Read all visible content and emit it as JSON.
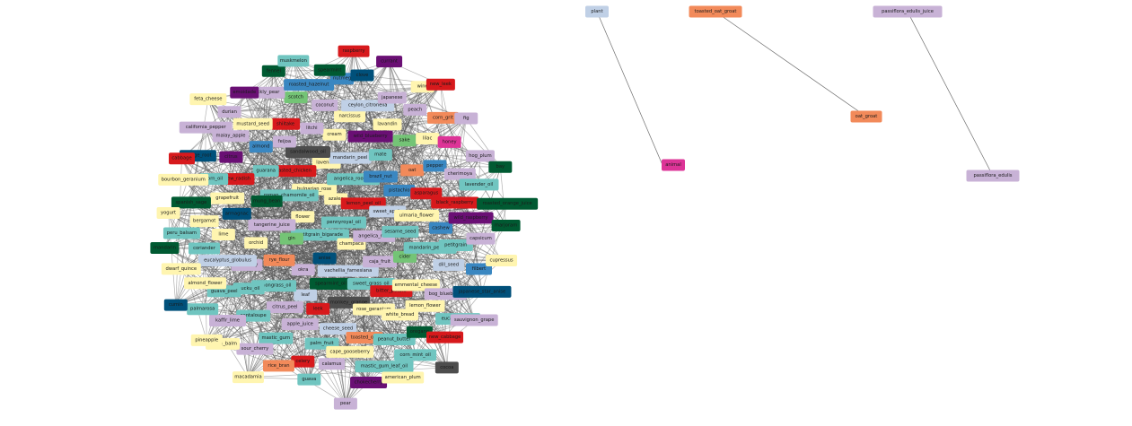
{
  "diagram": {
    "type": "network-graph",
    "colors": {
      "edge": "#555555",
      "palette": {
        "red": "#d7191c",
        "dark_green": "#005a32",
        "teal": "#70c5c0",
        "light_blue": "#c0d0e6",
        "pale_yellow": "#fff5b0",
        "lavender": "#c8b2d6",
        "orange": "#f28a5a",
        "dark_blue": "#00507a",
        "purple": "#6a0f74",
        "blue": "#3a87c1",
        "green": "#74c476",
        "magenta": "#dd3497",
        "dark_gray": "#4d4d4d"
      }
    },
    "components": [
      {
        "nodes": [
          "plant"
        ],
        "color": "light_blue"
      },
      {
        "nodes": [
          "toasted_oat_groat",
          "oat_groat"
        ],
        "color": "orange"
      },
      {
        "nodes": [
          "passiflora_edulis_juice",
          "passiflora_edulis"
        ],
        "color": "lavender"
      },
      {
        "nodes": [
          "animal"
        ],
        "color": "magenta"
      }
    ],
    "cluster_nodes": [
      {
        "label": "pennyroyal_oil",
        "color": "teal"
      },
      {
        "label": "petitgrain_bigarade",
        "color": "teal"
      },
      {
        "label": "azalea",
        "color": "pale_yellow"
      },
      {
        "label": "champaca",
        "color": "pale_yellow"
      },
      {
        "label": "flower",
        "color": "pale_yellow"
      },
      {
        "label": "lemon_peel_oil",
        "color": "red"
      },
      {
        "label": "anise",
        "color": "dark_blue"
      },
      {
        "label": "bulgarian_rose",
        "color": "pale_yellow"
      },
      {
        "label": "angelica_root",
        "color": "lavender"
      },
      {
        "label": "gin",
        "color": "green"
      },
      {
        "label": "angelica_root_oil",
        "color": "teal"
      },
      {
        "label": "vachellia_farnesiana",
        "color": "light_blue"
      },
      {
        "label": "roman_chamomile_oil",
        "color": "teal"
      },
      {
        "label": "sweet_apple",
        "color": "light_blue"
      },
      {
        "label": "okra",
        "color": "lavender"
      },
      {
        "label": "lavender",
        "color": "pale_yellow"
      },
      {
        "label": "caja_fruit",
        "color": "lavender"
      },
      {
        "label": "tangerine_juice",
        "color": "lavender"
      },
      {
        "label": "brazil_nut",
        "color": "blue"
      },
      {
        "label": "spearmint_oil",
        "color": "dark_green"
      },
      {
        "label": "roasted_chicken",
        "color": "red"
      },
      {
        "label": "sesame_seed",
        "color": "teal"
      },
      {
        "label": "rye_flour",
        "color": "orange"
      },
      {
        "label": "mandarin_peel",
        "color": "light_blue"
      },
      {
        "label": "sweet_grass_oil",
        "color": "teal"
      },
      {
        "label": "mung_bean",
        "color": "dark_green"
      },
      {
        "label": "pistachio",
        "color": "blue"
      },
      {
        "label": "leaf",
        "color": "light_blue"
      },
      {
        "label": "sandalwood_oil",
        "color": "dark_gray"
      },
      {
        "label": "cider",
        "color": "green"
      },
      {
        "label": "orchid",
        "color": "pale_yellow"
      },
      {
        "label": "mate",
        "color": "teal"
      },
      {
        "label": "monkey_orange",
        "color": "dark_gray"
      },
      {
        "label": "guarana",
        "color": "teal"
      },
      {
        "label": "ulmaria_flower",
        "color": "pale_yellow"
      },
      {
        "label": "lemongrass_oil",
        "color": "teal"
      },
      {
        "label": "cream",
        "color": "pale_yellow"
      },
      {
        "label": "bitter_potato",
        "color": "red"
      },
      {
        "label": "armagnac",
        "color": "dark_blue"
      },
      {
        "label": "oat",
        "color": "orange"
      },
      {
        "label": "leek",
        "color": "red"
      },
      {
        "label": "feijoa",
        "color": "lavender"
      },
      {
        "label": "mandarin_peel_oil",
        "color": "teal"
      },
      {
        "label": "blueberry",
        "color": "lavender"
      },
      {
        "label": "wild_blueberry",
        "color": "purple"
      },
      {
        "label": "rose_geranium",
        "color": "pale_yellow"
      },
      {
        "label": "new_radish",
        "color": "red"
      },
      {
        "label": "asparagus",
        "color": "red"
      },
      {
        "label": "citrus_peel",
        "color": "lavender"
      },
      {
        "label": "litchi",
        "color": "lavender"
      },
      {
        "label": "emmental_cheese",
        "color": "pale_yellow"
      },
      {
        "label": "lime",
        "color": "pale_yellow"
      },
      {
        "label": "sake",
        "color": "green"
      },
      {
        "label": "cheese_seed",
        "color": "light_blue"
      },
      {
        "label": "almond",
        "color": "blue"
      },
      {
        "label": "cashew",
        "color": "blue"
      },
      {
        "label": "bucku_oil",
        "color": "teal"
      },
      {
        "label": "narcissus",
        "color": "pale_yellow"
      },
      {
        "label": "white_bread",
        "color": "pale_yellow"
      },
      {
        "label": "grapefruit",
        "color": "pale_yellow"
      },
      {
        "label": "pepper",
        "color": "blue"
      },
      {
        "label": "apple_juice",
        "color": "lavender"
      },
      {
        "label": "shiitake",
        "color": "red"
      },
      {
        "label": "dill_seed",
        "color": "light_blue"
      },
      {
        "label": "eucalyptus_globulus",
        "color": "light_blue"
      },
      {
        "label": "lavandin",
        "color": "pale_yellow"
      },
      {
        "label": "toasted_oat",
        "color": "orange"
      },
      {
        "label": "citrus",
        "color": "purple"
      },
      {
        "label": "black_raspberry",
        "color": "red"
      },
      {
        "label": "cantaloupe",
        "color": "teal"
      },
      {
        "label": "coconut",
        "color": "lavender"
      },
      {
        "label": "lemon_flower",
        "color": "pale_yellow"
      },
      {
        "label": "bergamot",
        "color": "pale_yellow"
      },
      {
        "label": "lilac",
        "color": "pale_yellow"
      },
      {
        "label": "palm_fruit",
        "color": "teal"
      },
      {
        "label": "mustard_seed",
        "color": "pale_yellow"
      },
      {
        "label": "petitgrain",
        "color": "teal"
      },
      {
        "label": "guava_peel",
        "color": "teal"
      },
      {
        "label": "ceylon_citronella",
        "color": "light_blue"
      },
      {
        "label": "peanut_butter",
        "color": "teal"
      },
      {
        "label": "corn_oil",
        "color": "teal"
      },
      {
        "label": "cherimoya",
        "color": "lavender"
      },
      {
        "label": "mastic_gum",
        "color": "teal"
      },
      {
        "label": "scotch",
        "color": "green"
      },
      {
        "label": "bog_blueberry",
        "color": "lavender"
      },
      {
        "label": "coriander",
        "color": "teal"
      },
      {
        "label": "peach",
        "color": "lavender"
      },
      {
        "label": "cape_gooseberry",
        "color": "pale_yellow"
      },
      {
        "label": "malay_apple",
        "color": "lavender"
      },
      {
        "label": "wild_raspberry",
        "color": "purple"
      },
      {
        "label": "kaffir_lime",
        "color": "lavender"
      },
      {
        "label": "nutmeg",
        "color": "blue"
      },
      {
        "label": "oregano",
        "color": "dark_green"
      },
      {
        "label": "spanish_sage",
        "color": "dark_green"
      },
      {
        "label": "honey",
        "color": "magenta"
      },
      {
        "label": "celery",
        "color": "red"
      },
      {
        "label": "prickly_pear",
        "color": "lavender"
      },
      {
        "label": "filbert",
        "color": "blue"
      },
      {
        "label": "almond_flower",
        "color": "pale_yellow"
      },
      {
        "label": "japanese",
        "color": "lavender"
      },
      {
        "label": "mastic_gum_leaf_oil",
        "color": "teal"
      },
      {
        "label": "lovage_root",
        "color": "dark_blue"
      },
      {
        "label": "lavender_oil",
        "color": "teal"
      },
      {
        "label": "sour_cherry",
        "color": "lavender"
      },
      {
        "label": "roasted_hazelnut",
        "color": "blue"
      },
      {
        "label": "eucalyptus_oil",
        "color": "teal"
      },
      {
        "label": "peru_balsam",
        "color": "teal"
      },
      {
        "label": "corn_grit",
        "color": "orange"
      },
      {
        "label": "calamus",
        "color": "lavender"
      },
      {
        "label": "durian",
        "color": "lavender"
      },
      {
        "label": "capsicum",
        "color": "lavender"
      },
      {
        "label": "palmarosa",
        "color": "teal"
      },
      {
        "label": "clove",
        "color": "dark_blue"
      },
      {
        "label": "corn_mint_oil",
        "color": "teal"
      },
      {
        "label": "bourbon_geranium",
        "color": "pale_yellow"
      },
      {
        "label": "hog_plum",
        "color": "lavender"
      },
      {
        "label": "rice_bran",
        "color": "orange"
      },
      {
        "label": "fennel",
        "color": "dark_green"
      },
      {
        "label": "japanese_star_anise",
        "color": "dark_blue"
      },
      {
        "label": "dwarf_quince",
        "color": "pale_yellow"
      },
      {
        "label": "wine",
        "color": "pale_yellow"
      },
      {
        "label": "chokecherry",
        "color": "purple"
      },
      {
        "label": "california_pepper",
        "color": "lavender"
      },
      {
        "label": "roasted_orange_juice",
        "color": "dark_green"
      },
      {
        "label": "lemon_balm",
        "color": "pale_yellow"
      },
      {
        "label": "spearmint",
        "color": "dark_green"
      },
      {
        "label": "new_cabbage",
        "color": "red"
      },
      {
        "label": "yogurt",
        "color": "pale_yellow"
      },
      {
        "label": "fig",
        "color": "lavender"
      },
      {
        "label": "guava",
        "color": "teal"
      },
      {
        "label": "emoidade",
        "color": "purple"
      },
      {
        "label": "cupressus",
        "color": "pale_yellow"
      },
      {
        "label": "cumin",
        "color": "dark_blue"
      },
      {
        "label": "currant",
        "color": "purple"
      },
      {
        "label": "american_plum",
        "color": "pale_yellow"
      },
      {
        "label": "cabbage",
        "color": "red"
      },
      {
        "label": "bay",
        "color": "dark_green"
      },
      {
        "label": "macadamia",
        "color": "pale_yellow"
      },
      {
        "label": "muskmelon",
        "color": "teal"
      },
      {
        "label": "sauvignon_grape",
        "color": "lavender"
      },
      {
        "label": "mandarin",
        "color": "dark_green"
      },
      {
        "label": "new_leek",
        "color": "red"
      },
      {
        "label": "pear",
        "color": "lavender"
      },
      {
        "label": "feta_cheese",
        "color": "pale_yellow"
      },
      {
        "label": "marjoram",
        "color": "dark_green"
      },
      {
        "label": "pineapple",
        "color": "pale_yellow"
      },
      {
        "label": "raspberry",
        "color": "red"
      },
      {
        "label": "cocoa",
        "color": "dark_gray"
      }
    ]
  }
}
